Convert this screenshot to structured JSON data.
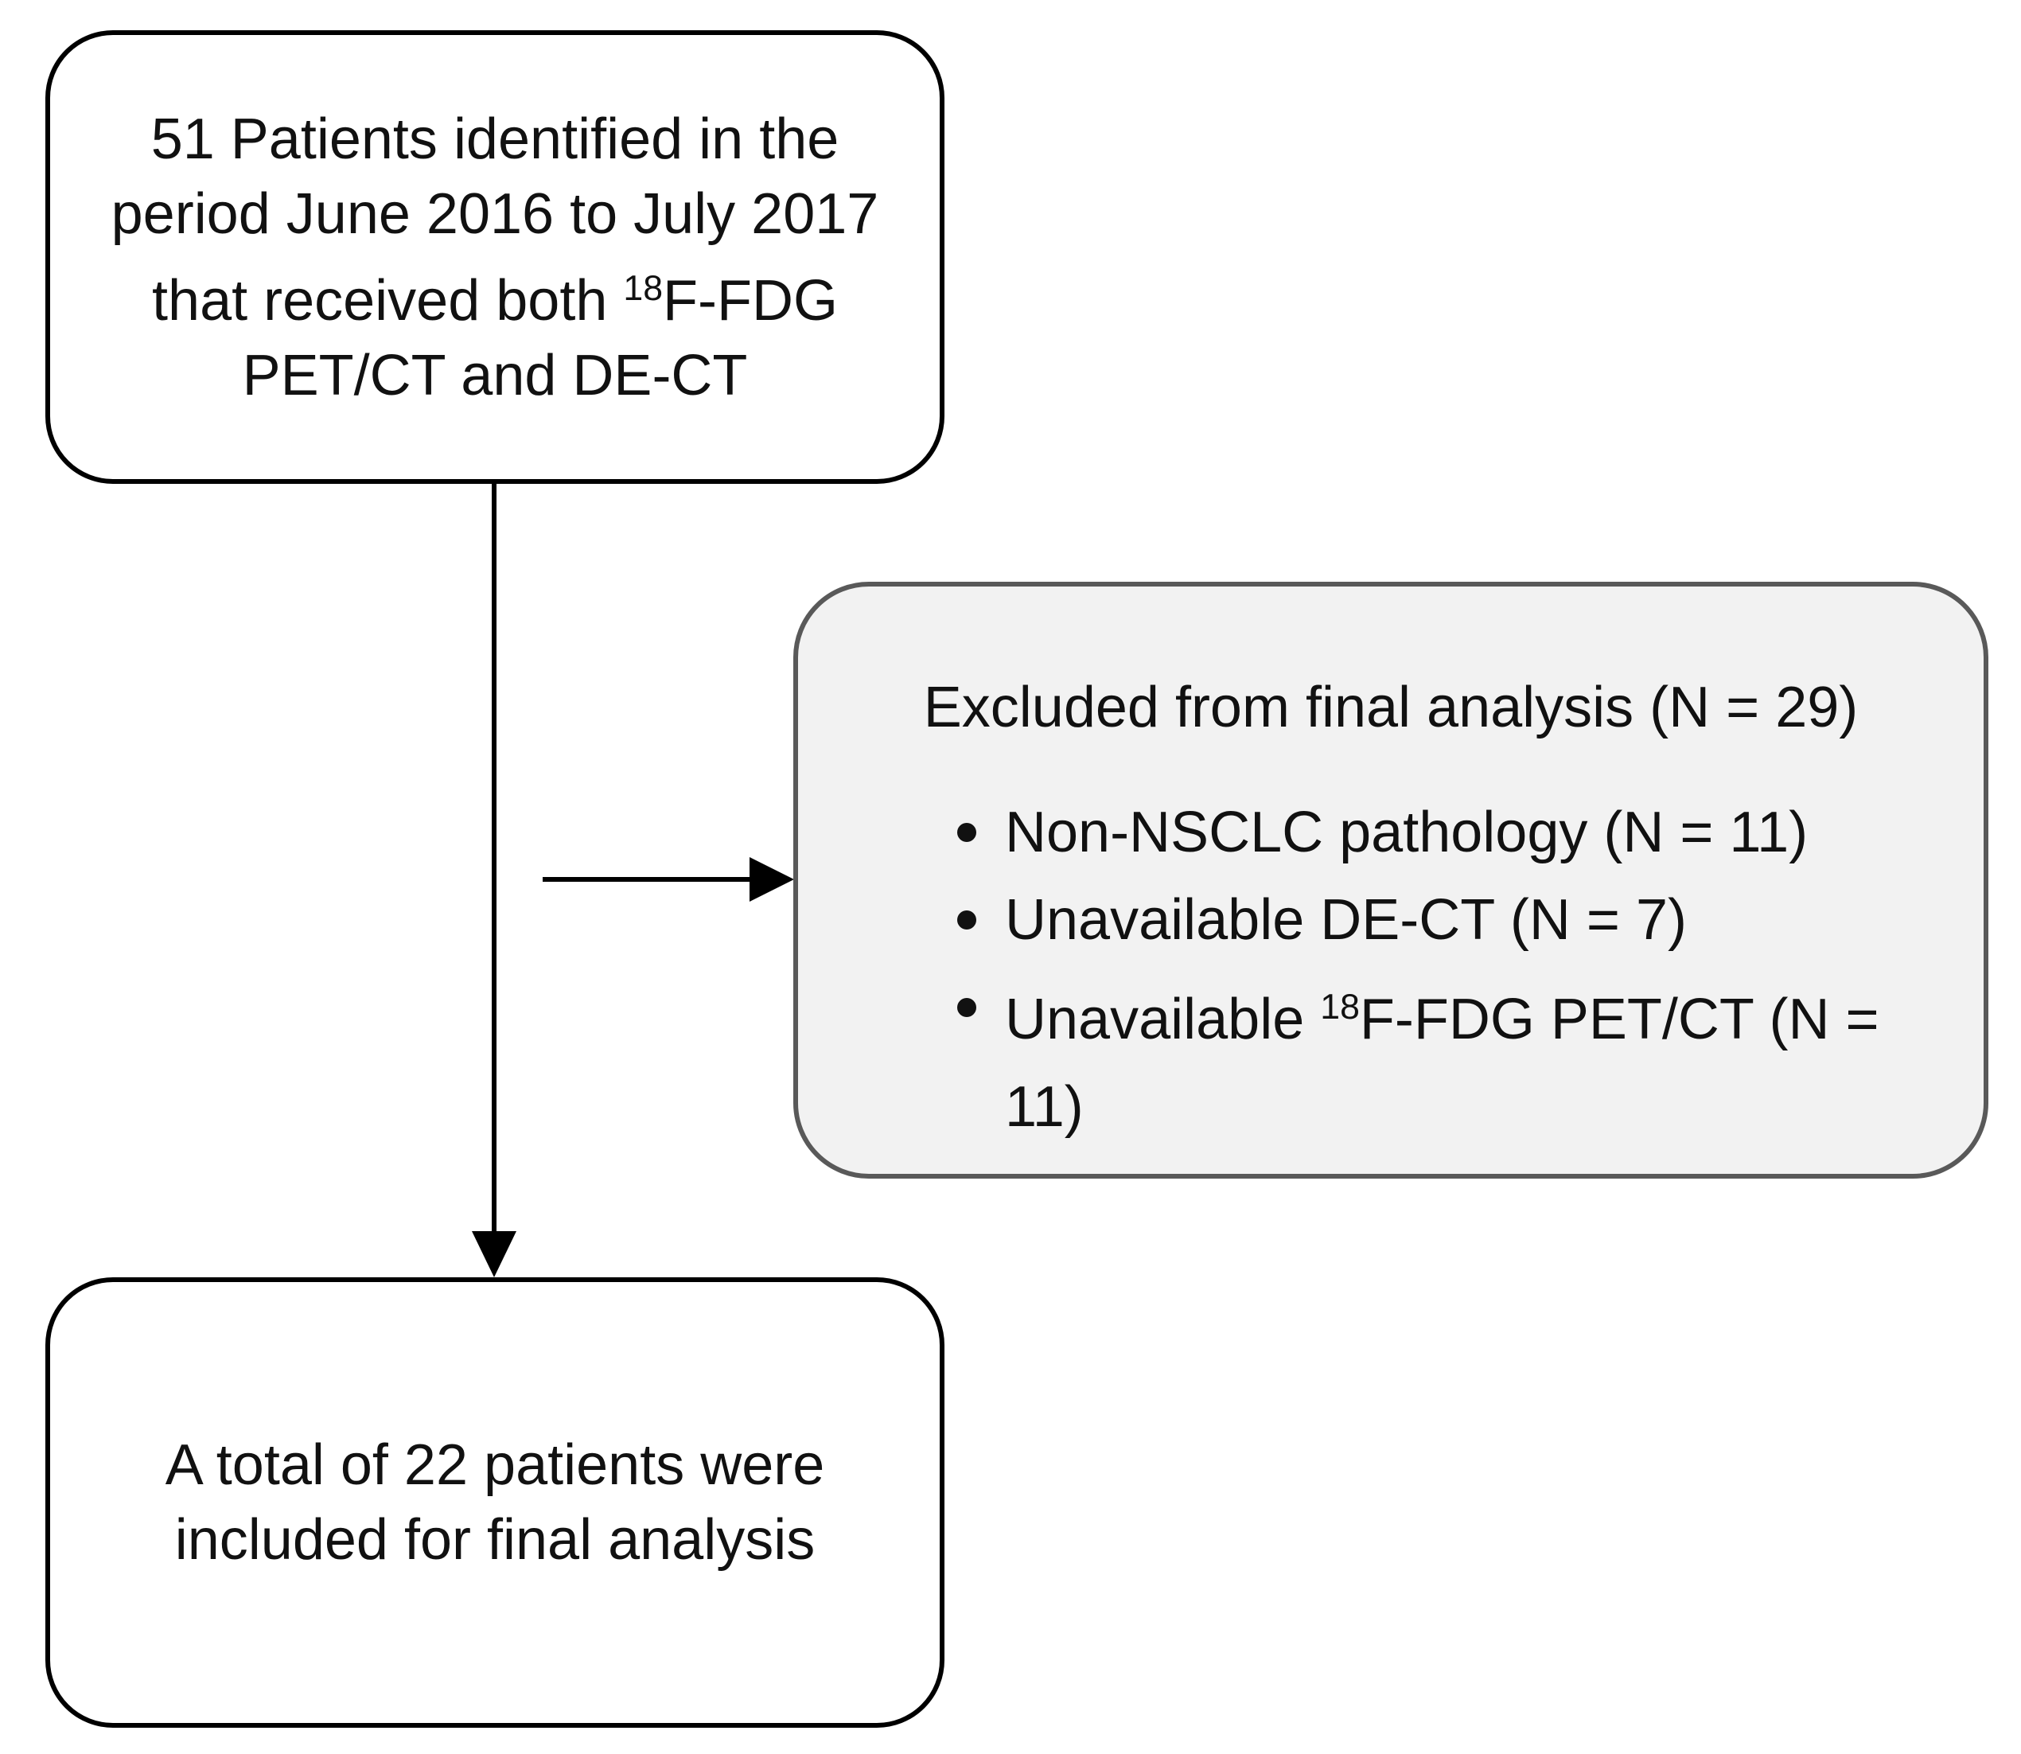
{
  "figure": {
    "type": "patient-flow-diagram",
    "background": "#ffffff",
    "text_color": "#111111",
    "arrow_color": "#000000",
    "boxes": {
      "identified": {
        "fill": "#ffffff",
        "border_color": "#000000",
        "lines": [
          [
            {
              "text": "51 Patients identified in the"
            }
          ],
          [
            {
              "text": "period June 2016 to July 2017"
            }
          ],
          [
            {
              "text": "that received both "
            },
            {
              "text": "18",
              "sup": true
            },
            {
              "text": "F-FDG"
            }
          ],
          [
            {
              "text": "PET/CT and DE-CT"
            }
          ]
        ]
      },
      "excluded": {
        "fill": "#f2f2f2",
        "border_color": "#595959",
        "title": "Excluded from final analysis (N = 29)",
        "items": [
          [
            {
              "text": "Non-NSCLC pathology (N = 11)"
            }
          ],
          [
            {
              "text": "Unavailable DE-CT (N = 7)"
            }
          ],
          [
            {
              "text": "Unavailable "
            },
            {
              "text": "18",
              "sup": true
            },
            {
              "text": "F-FDG PET/CT (N = 11)"
            }
          ]
        ]
      },
      "included": {
        "fill": "#ffffff",
        "border_color": "#000000",
        "lines": [
          [
            {
              "text": "A total of 22 patients were"
            }
          ],
          [
            {
              "text": "included for final analysis"
            }
          ]
        ]
      }
    }
  }
}
